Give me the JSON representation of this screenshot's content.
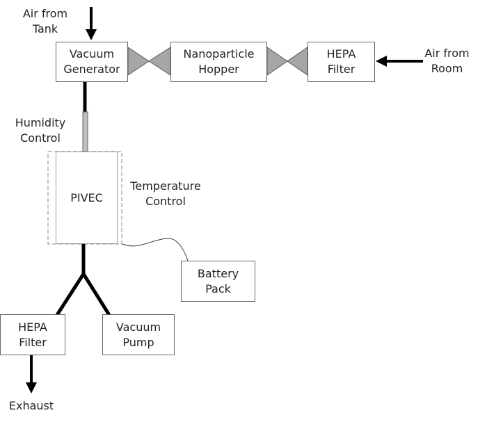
{
  "labels": {
    "air_from_tank": "Air from\nTank",
    "air_from_room": "Air from\nRoom",
    "humidity_control": "Humidity\nControl",
    "temperature_control": "Temperature\nControl",
    "exhaust": "Exhaust"
  },
  "boxes": {
    "vacuum_generator": "Vacuum\nGenerator",
    "nanoparticle_hopper": "Nanoparticle\nHopper",
    "hepa_filter_top": "HEPA\nFilter",
    "pivec": "PIVEC",
    "battery_pack": "Battery\nPack",
    "hepa_filter_bottom": "HEPA\nFilter",
    "vacuum_pump": "Vacuum\nPump"
  },
  "colors": {
    "line": "#000000",
    "valve": "#a6a6a6",
    "tube": "#bfbfbf",
    "border": "#666666"
  }
}
